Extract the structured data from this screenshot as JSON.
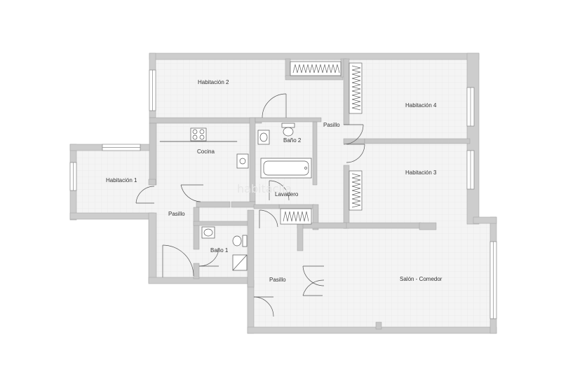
{
  "rooms": {
    "habitacion_2": "Habitación 2",
    "habitacion_4": "Habitación 4",
    "habitacion_3": "Habitación 3",
    "habitacion_1": "Habitación 1",
    "cocina": "Cocina",
    "bano_2": "Baño 2",
    "bano_1": "Baño 1",
    "lavadero": "Lavadero",
    "pasillo_top": "Pasillo",
    "pasillo_left": "Pasillo",
    "pasillo_bottom": "Pasillo",
    "salon": "Salón - Comedor"
  },
  "colors": {
    "wall": "#cdcdcd",
    "wall_edge": "#a8a8a8",
    "floor": "#f3f3f3",
    "grid": "#e8e8e8",
    "line": "#555555"
  }
}
